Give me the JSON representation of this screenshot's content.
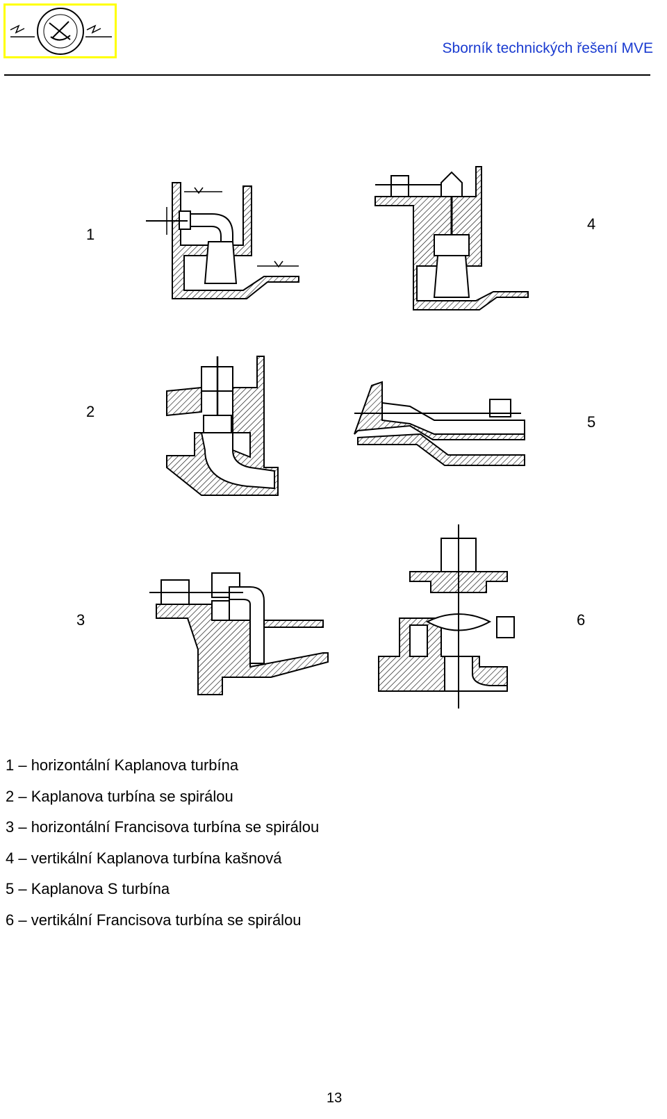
{
  "header": {
    "title": "Sborník technických řešení MVE",
    "logo_color": "#ffff00"
  },
  "figures": [
    {
      "number": "1"
    },
    {
      "number": "2"
    },
    {
      "number": "3"
    },
    {
      "number": "4"
    },
    {
      "number": "5"
    },
    {
      "number": "6"
    }
  ],
  "captions": [
    "1 – horizontální Kaplanova turbína",
    "2 – Kaplanova turbína se spirálou",
    "3 – horizontální Francisova turbína se spirálou",
    "4 – vertikální Kaplanova turbína kašnová",
    "5 – Kaplanova S turbína",
    "6 – vertikální Francisova turbína se spirálou"
  ],
  "page_number": "13"
}
